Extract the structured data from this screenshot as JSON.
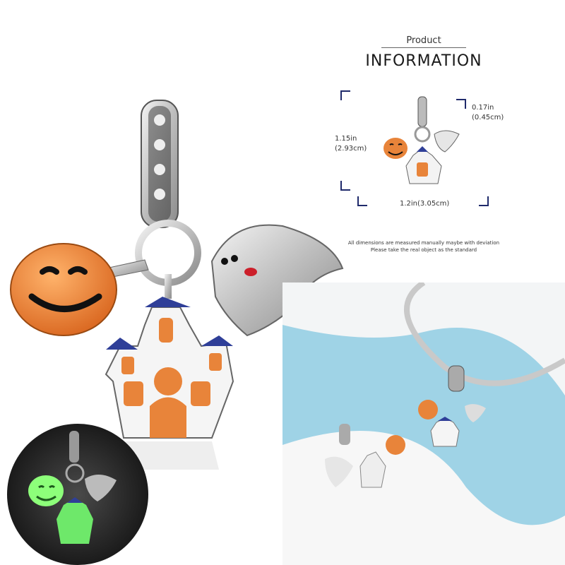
{
  "info": {
    "product_label": "Product",
    "title": "INFORMATION",
    "dim_top_in": "0.17in",
    "dim_top_cm": "(0.45cm)",
    "dim_left_in": "1.15in",
    "dim_left_cm": "(2.93cm)",
    "dim_bottom": "1.2in(3.05cm)",
    "note_line1": "All dimensions are measured manually maybe with deviation",
    "note_line2": "Please take the real object as the standard"
  },
  "colors": {
    "pumpkin": "#e8843a",
    "roof_blue": "#2f3f98",
    "silver": "#d9d9d9",
    "glow_green": "#8dff7a",
    "backdrop_blue": "#9fd3e6",
    "bracket_navy": "#1f2a6b"
  }
}
